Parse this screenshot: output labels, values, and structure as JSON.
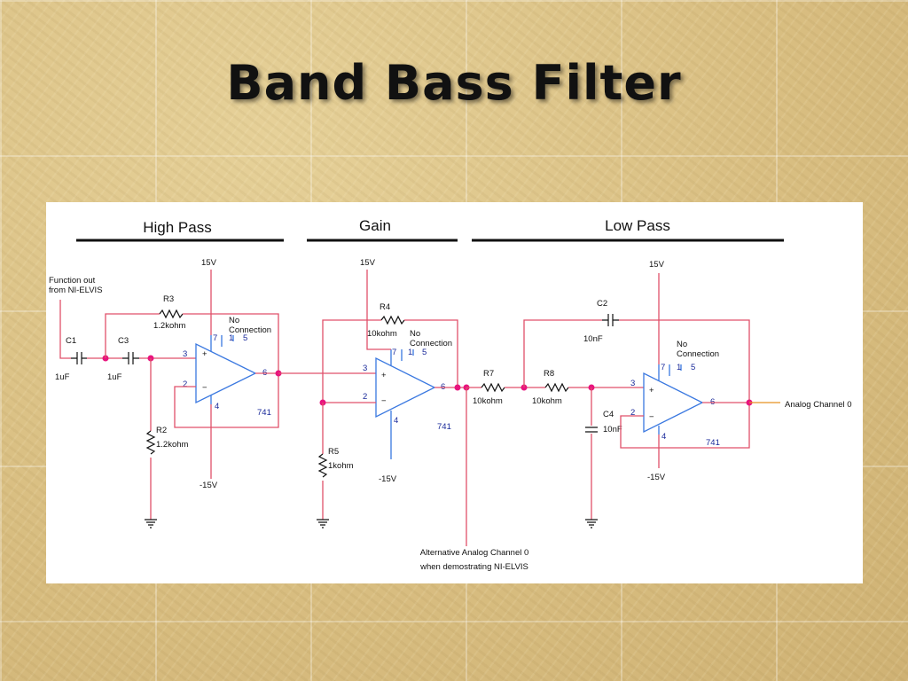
{
  "slide": {
    "title": "Band Bass Filter"
  },
  "sections": {
    "high_pass": "High Pass",
    "gain": "Gain",
    "low_pass": "Low Pass"
  },
  "input": {
    "line1": "Function out",
    "line2": "from NI-ELVIS"
  },
  "output": {
    "label": "Analog Channel 0"
  },
  "alternative": {
    "line1": "Alternative Analog Channel 0",
    "line2": "when demostrating NI-ELVIS"
  },
  "components": {
    "c1": {
      "name": "C1",
      "value": "1uF"
    },
    "c3": {
      "name": "C3",
      "value": "1uF"
    },
    "r3": {
      "name": "R3",
      "value": "1.2kohm"
    },
    "r2": {
      "name": "R2",
      "value": "1.2kohm"
    },
    "r4": {
      "name": "R4",
      "value": "10kohm"
    },
    "r5": {
      "name": "R5",
      "value": "1kohm"
    },
    "r7": {
      "name": "R7",
      "value": "10kohm"
    },
    "r8": {
      "name": "R8",
      "value": "10kohm"
    },
    "c2": {
      "name": "C2",
      "value": "10nF"
    },
    "c4": {
      "name": "C4",
      "value": "10nF"
    }
  },
  "opamps": {
    "u1": {
      "part": "741",
      "vplus": "15V",
      "vminus": "-15V",
      "nc1": "No",
      "nc2": "Connection",
      "pin7": "7",
      "pin1": "1",
      "pin5": "5",
      "pin3": "3",
      "pin2": "2",
      "pin6": "6",
      "pin4": "4"
    },
    "u2": {
      "part": "741",
      "vplus": "15V",
      "vminus": "-15V",
      "nc1": "No",
      "nc2": "Connection",
      "pin7": "7",
      "pin1": "1",
      "pin5": "5",
      "pin3": "3",
      "pin2": "2",
      "pin6": "6",
      "pin4": "4"
    },
    "u3": {
      "part": "741",
      "vplus": "15V",
      "vminus": "-15V",
      "nc1": "No",
      "nc2": "Connection",
      "pin7": "7",
      "pin1": "1",
      "pin5": "5",
      "pin3": "3",
      "pin2": "2",
      "pin6": "6",
      "pin4": "4"
    }
  },
  "signs": {
    "plus": "+",
    "minus": "−"
  },
  "colors": {
    "wire": "#e0506a",
    "opamp": "#3a78e0",
    "node": "#e8147e",
    "output_wire": "#e89020"
  }
}
